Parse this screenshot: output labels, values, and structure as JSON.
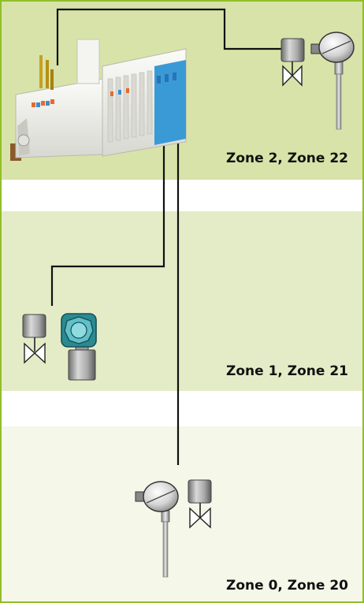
{
  "zones": [
    {
      "label": "Zone 2, Zone 22",
      "color": "#d7e3a8"
    },
    {
      "label": "Zone 1, Zone 21",
      "color": "#e4ecc7"
    },
    {
      "label": "Zone 0, Zone 20",
      "color": "#f5f7e9"
    }
  ],
  "colors": {
    "frame": "#93bd2c",
    "gap": "#ffffff",
    "wire": "#111111",
    "controller_body": "#eeeeea",
    "controller_blue": "#3a9ad6",
    "transmitter_housing": "#2a8a92"
  },
  "devices": {
    "controller": "io-controller-icon",
    "zone2": [
      "valve-actuator-icon",
      "temperature-sensor-icon"
    ],
    "zone1": [
      "valve-actuator-icon",
      "pressure-transmitter-icon"
    ],
    "zone0": [
      "temperature-sensor-icon",
      "valve-actuator-icon"
    ]
  }
}
